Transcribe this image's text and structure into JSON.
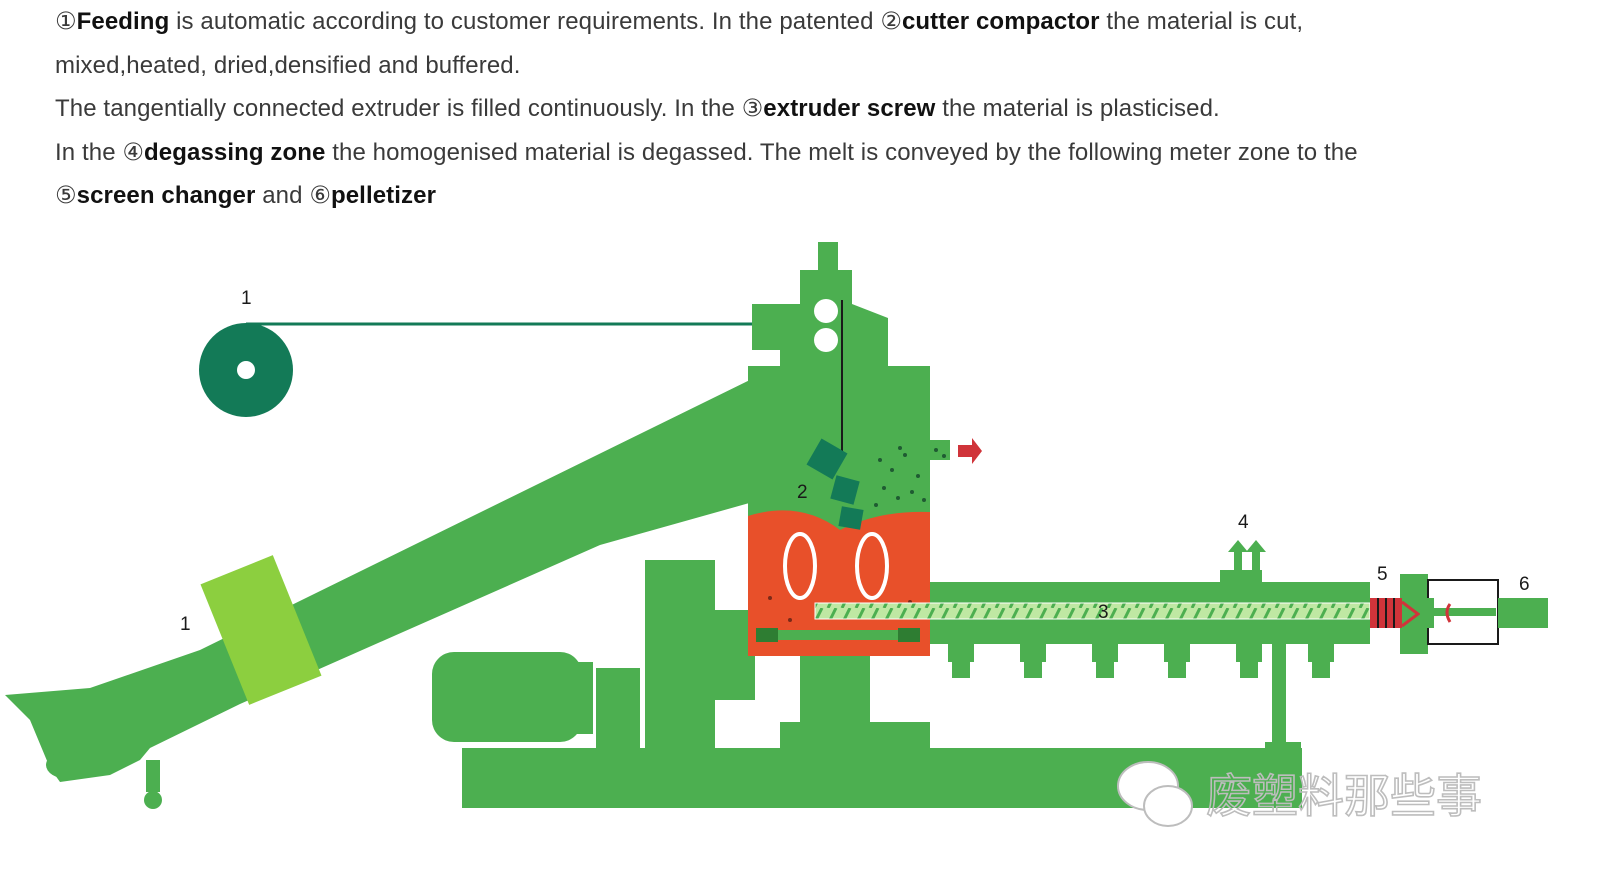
{
  "description": {
    "line1": {
      "m1": "①",
      "b1": "Feeding",
      "t1": " is automatic according to customer requirements. In the patented ",
      "m2": "②",
      "b2": "cutter compactor",
      "t2": " the material is cut,"
    },
    "line2": {
      "t1": "mixed,heated, dried,densified and buffered."
    },
    "line3": {
      "t1": "The tangentially connected extruder is filled continuously. In the ",
      "m1": "③",
      "b1": "extruder screw",
      "t2": " the material is plasticised."
    },
    "line4": {
      "t1": "In the ",
      "m1": "④",
      "b1": "degassing zone",
      "t2": " the homogenised material is degassed. The melt is conveyed by the following meter zone to the"
    },
    "line5": {
      "m1": "⑤",
      "b1": "screen changer",
      "t1": " and  ",
      "m2": "⑥",
      "b2": "pelletizer"
    }
  },
  "diagram": {
    "labels": {
      "roll_number": "1",
      "conveyor_number": "1",
      "cutter_number": "2",
      "screw_number": "3",
      "degassing_number": "4",
      "screen_changer_number": "5",
      "pelletizer_number": "6"
    },
    "colors": {
      "machine": "#4caf50",
      "roll": "#137a57",
      "compactor_chamber": "#e8502a",
      "conveyor_belt": "#8ccf3f",
      "arrow": "#d0343a",
      "screw": "#bfe8a3"
    }
  },
  "watermark": {
    "text": "废塑料那些事",
    "icon": "wechat-icon"
  }
}
